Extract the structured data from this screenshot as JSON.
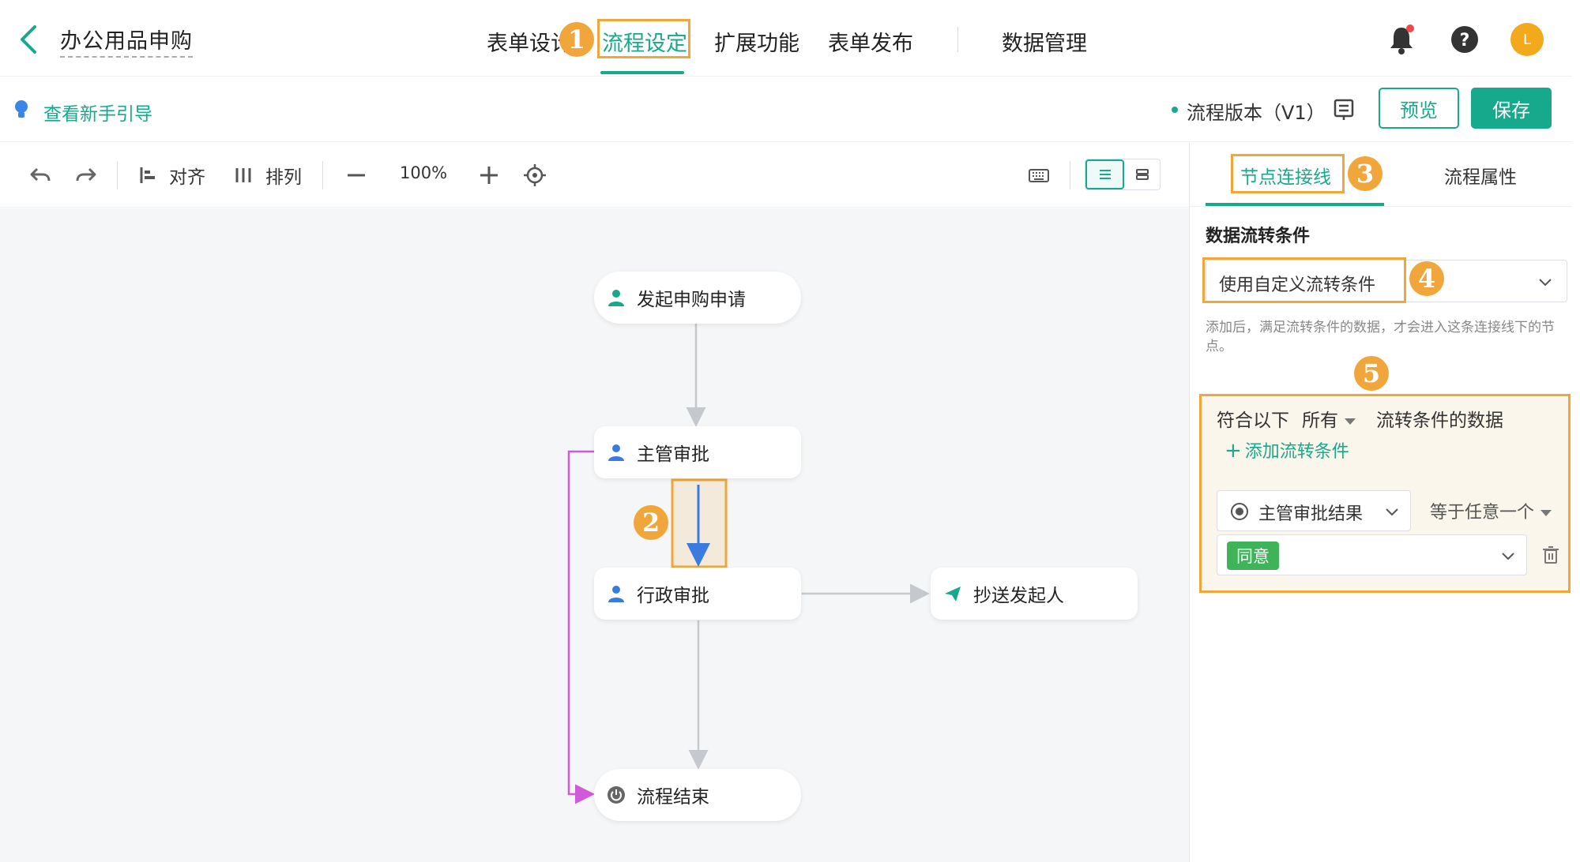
{
  "header": {
    "app_title": "办公用品申购",
    "tabs": [
      {
        "label": "表单设计"
      },
      {
        "label": "流程设定",
        "active": true
      },
      {
        "label": "扩展功能"
      },
      {
        "label": "表单发布"
      },
      {
        "label": "数据管理"
      }
    ],
    "avatar_letter": "L"
  },
  "subbar": {
    "guide_link": "查看新手引导",
    "version": "流程版本（V1）",
    "preview_label": "预览",
    "save_label": "保存"
  },
  "toolbar": {
    "align_label": "对齐",
    "arrange_label": "排列",
    "zoom": "100%"
  },
  "flow": {
    "nodes": [
      {
        "label": "发起申购申请"
      },
      {
        "label": "主管审批"
      },
      {
        "label": "行政审批"
      },
      {
        "label": "抄送发起人"
      },
      {
        "label": "流程结束"
      }
    ]
  },
  "panel": {
    "tabs": [
      {
        "label": "节点连接线",
        "active": true
      },
      {
        "label": "流程属性"
      }
    ],
    "section_title": "数据流转条件",
    "condition_mode": "使用自定义流转条件",
    "hint": "添加后，满足流转条件的数据，才会进入这条连接线下的节点。",
    "match_prefix": "符合以下",
    "match_scope": "所有",
    "match_suffix": "流转条件的数据",
    "add_condition": "添加流转条件",
    "field": "主管审批结果",
    "operator": "等于任意一个",
    "value_tag": "同意"
  },
  "annotations": [
    "1",
    "2",
    "3",
    "4",
    "5"
  ],
  "colors": {
    "accent": "#17a98b",
    "highlight": "#f0a63a",
    "reject_line": "#d05ad8",
    "active_edge": "#3a7be0",
    "tag_green": "#3eb35a"
  }
}
